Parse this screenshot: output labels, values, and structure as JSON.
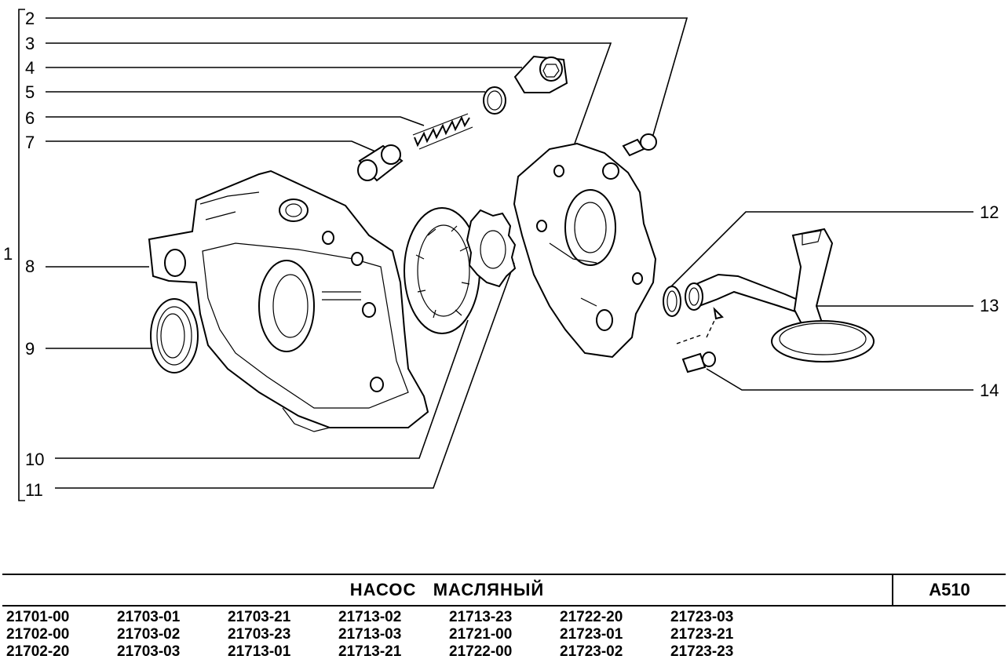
{
  "title": "НАСОС   МАСЛЯНЫЙ",
  "code": "A510",
  "callouts": {
    "c1": "1",
    "c2": "2",
    "c3": "3",
    "c4": "4",
    "c5": "5",
    "c6": "6",
    "c7": "7",
    "c8": "8",
    "c9": "9",
    "c10": "10",
    "c11": "11",
    "c12": "12",
    "c13": "13",
    "c14": "14"
  },
  "models": [
    "21701-00",
    "21703-01",
    "21703-21",
    "21713-02",
    "21713-23",
    "21722-20",
    "21723-03",
    "21702-00",
    "21703-02",
    "21703-23",
    "21713-03",
    "21721-00",
    "21723-01",
    "21723-21",
    "21702-20",
    "21703-03",
    "21713-01",
    "21713-21",
    "21722-00",
    "21723-02",
    "21723-23"
  ]
}
